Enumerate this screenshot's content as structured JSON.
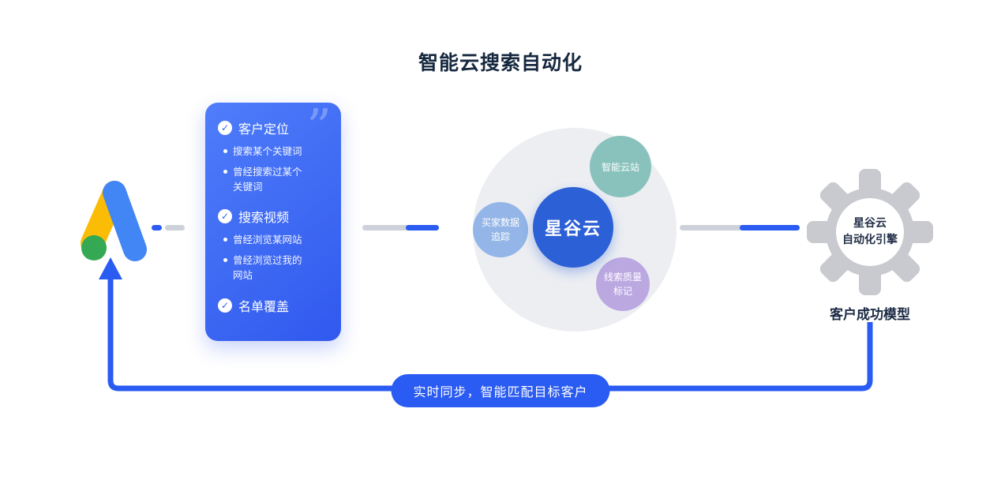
{
  "title": "智能云搜索自动化",
  "icons": {
    "check": "✓",
    "quote": "”"
  },
  "card": {
    "sections": [
      {
        "heading": "客户定位",
        "bullets": [
          "搜索某个关键词",
          "曾经搜索过某个关键词"
        ]
      },
      {
        "heading": "搜索视频",
        "bullets": [
          "曾经浏览某网站",
          "曾经浏览过我的网站"
        ]
      },
      {
        "heading": "名单覆盖",
        "bullets": []
      }
    ]
  },
  "cluster": {
    "center_label": "星谷云",
    "satellite_top": "智能云站",
    "satellite_left": "买家数据\n追踪",
    "satellite_bottom": "线索质量\n标记"
  },
  "engine": {
    "gear_label": "星谷云\n自动化引擎",
    "caption": "客户成功模型"
  },
  "sync_banner": "实时同步，智能匹配目标客户",
  "colors": {
    "primary_blue": "#2A5BF2",
    "card_blue": "#3D6BF5",
    "center_circle_blue": "#2C60D6",
    "teal": "#89C2BC",
    "light_blue": "#93B5E7",
    "purple": "#BBA8E1",
    "gear_gray": "#C8CACF",
    "track_gray": "#CDD1D9",
    "ads_yellow": "#FBBC05",
    "ads_blue": "#4285F4",
    "ads_green": "#34A853"
  }
}
